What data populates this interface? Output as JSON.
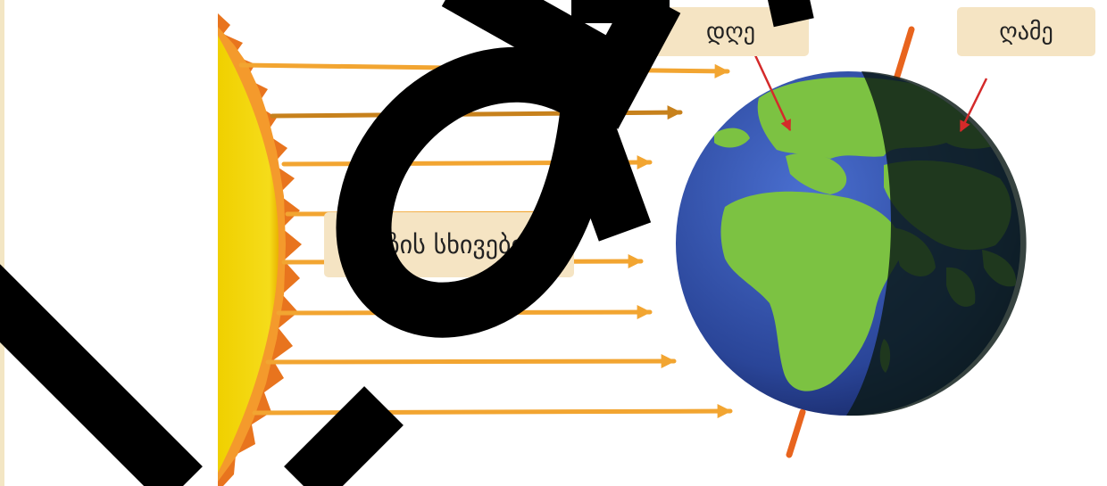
{
  "labels": {
    "day": "დღე",
    "night": "ღამე",
    "sun_rays": "მზის სხივები"
  },
  "watermark": "layout",
  "icons": {
    "sun": "sun-icon",
    "earth": "earth-globe-icon",
    "ray": "arrow-right-icon",
    "pointer": "arrow-pointer-icon"
  },
  "colors": {
    "sun_core": "#f2d616",
    "sun_flare": "#e8741e",
    "ray": "#f2a531",
    "ocean": "#2e4fa8",
    "land": "#7cc242",
    "night_shade": "#0b1a16",
    "axis": "#e8641e",
    "pointer": "#d42a2a",
    "label_bg": "#f5e4c3",
    "watermark": "#000000"
  }
}
